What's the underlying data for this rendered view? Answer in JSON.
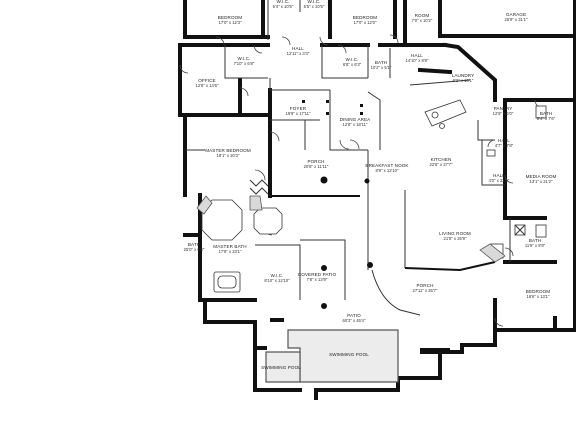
{
  "rooms": [
    {
      "id": "bedroom_top",
      "name": "BEDROOM",
      "dims": "17'0\" x 12'3\""
    },
    {
      "id": "wic_top1",
      "name": "W.I.C.",
      "dims": "6'4\" x 10'5\""
    },
    {
      "id": "wic_top2",
      "name": "W.I.C.",
      "dims": "6'5\" x 10'5\""
    },
    {
      "id": "bedroom_top2",
      "name": "BEDROOM",
      "dims": "17'0\" x 12'0\""
    },
    {
      "id": "room_top",
      "name": "ROOM",
      "dims": "7'0\" x 10'2\""
    },
    {
      "id": "garage",
      "name": "GARAGE",
      "dims": "25'9\" x 31'1\""
    },
    {
      "id": "hall_upper",
      "name": "HALL",
      "dims": "12'11\" x 3'4\""
    },
    {
      "id": "wic_left",
      "name": "W.I.C.",
      "dims": "7'10\" x 6'8\""
    },
    {
      "id": "wic_mid",
      "name": "W.I.C.",
      "dims": "6'8\" x 6'3\""
    },
    {
      "id": "bath_mid",
      "name": "BATH",
      "dims": "10'2\" x 5'1\""
    },
    {
      "id": "hall_right",
      "name": "HALL",
      "dims": "14'10\" x 8'8\""
    },
    {
      "id": "office",
      "name": "OFFICE",
      "dims": "12'6\" x 14'6\""
    },
    {
      "id": "laundry",
      "name": "LAUNDRY",
      "dims": "6'2\" x 10'1\""
    },
    {
      "id": "foyer",
      "name": "FOYER",
      "dims": "19'8\" x 17'11\""
    },
    {
      "id": "dining",
      "name": "DINING AREA",
      "dims": "12'6\" x 18'11\""
    },
    {
      "id": "pantry",
      "name": "PANTRY",
      "dims": "12'9\" x 6'0\""
    },
    {
      "id": "bath_right",
      "name": "BATH",
      "dims": "8'4\" x 7'6\""
    },
    {
      "id": "hall_small",
      "name": "HALL",
      "dims": "4'7\" x 7'8\""
    },
    {
      "id": "master_bedroom",
      "name": "MASTER BEDROOM",
      "dims": "18'1\" x 20'3\""
    },
    {
      "id": "porch_left",
      "name": "PORCH",
      "dims": "20'8\" x 11'11\""
    },
    {
      "id": "breakfast",
      "name": "BREAKFAST NOOK",
      "dims": "8'9\" x 12'10\""
    },
    {
      "id": "kitchen",
      "name": "KITCHEN",
      "dims": "22'8\" x 27'7\""
    },
    {
      "id": "hall_vert",
      "name": "HALL",
      "dims": "4'0\" x 32'0\""
    },
    {
      "id": "media_room",
      "name": "MEDIA ROOM",
      "dims": "13'1\" x 21'2\""
    },
    {
      "id": "bath_left",
      "name": "BATH",
      "dims": "25'0\" x 6'3\""
    },
    {
      "id": "master_bath",
      "name": "MASTER BATH",
      "dims": "17'8\" x 23'1\""
    },
    {
      "id": "living_room",
      "name": "LIVING ROOM",
      "dims": "21'8\" x 26'9\""
    },
    {
      "id": "bath_lower",
      "name": "BATH",
      "dims": "11'8\" x 8'9\""
    },
    {
      "id": "wic_lower",
      "name": "W.I.C.",
      "dims": "8'10\" x 12'10\""
    },
    {
      "id": "covered_patio",
      "name": "COVERED PATIO",
      "dims": "7'8\" x 13'9\""
    },
    {
      "id": "porch_lower",
      "name": "PORCH",
      "dims": "27'11\" x 25'7\""
    },
    {
      "id": "bedroom_lower",
      "name": "BEDROOM",
      "dims": "16'6\" x 13'1\""
    },
    {
      "id": "patio",
      "name": "PATIO",
      "dims": "60'3\" x 45'4\""
    },
    {
      "id": "swimming_pool",
      "name": "SWIMMING POOL",
      "dims": ""
    },
    {
      "id": "swimming_pool_small",
      "name": "SWIMMING POOL",
      "dims": ""
    }
  ]
}
